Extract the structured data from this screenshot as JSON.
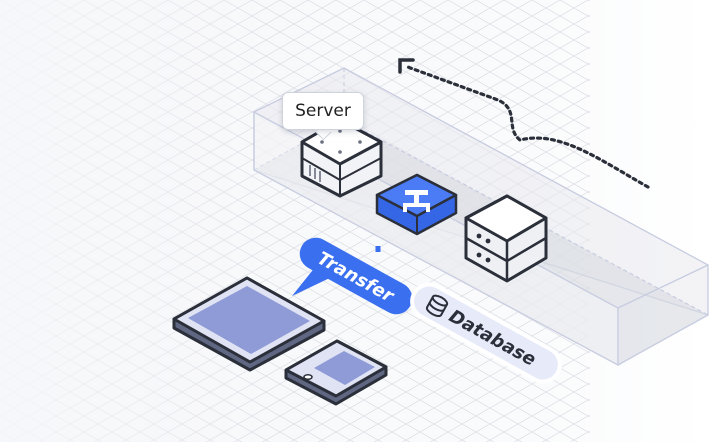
{
  "diagram": {
    "nodes": {
      "server": {
        "label": "Server",
        "icon": "server-cube-icon"
      },
      "network": {
        "icon": "network-icon"
      },
      "storage": {
        "icon": "storage-server-icon"
      },
      "tablet": {
        "icon": "tablet-icon"
      },
      "phone": {
        "icon": "phone-icon"
      }
    },
    "labels": {
      "transfer": "Transfer",
      "database": "Database"
    },
    "colors": {
      "accent": "#3a6ff0",
      "outline": "#2b2f3a",
      "device": "#8f9bd6",
      "pill_bg": "#e7eaf9"
    }
  }
}
